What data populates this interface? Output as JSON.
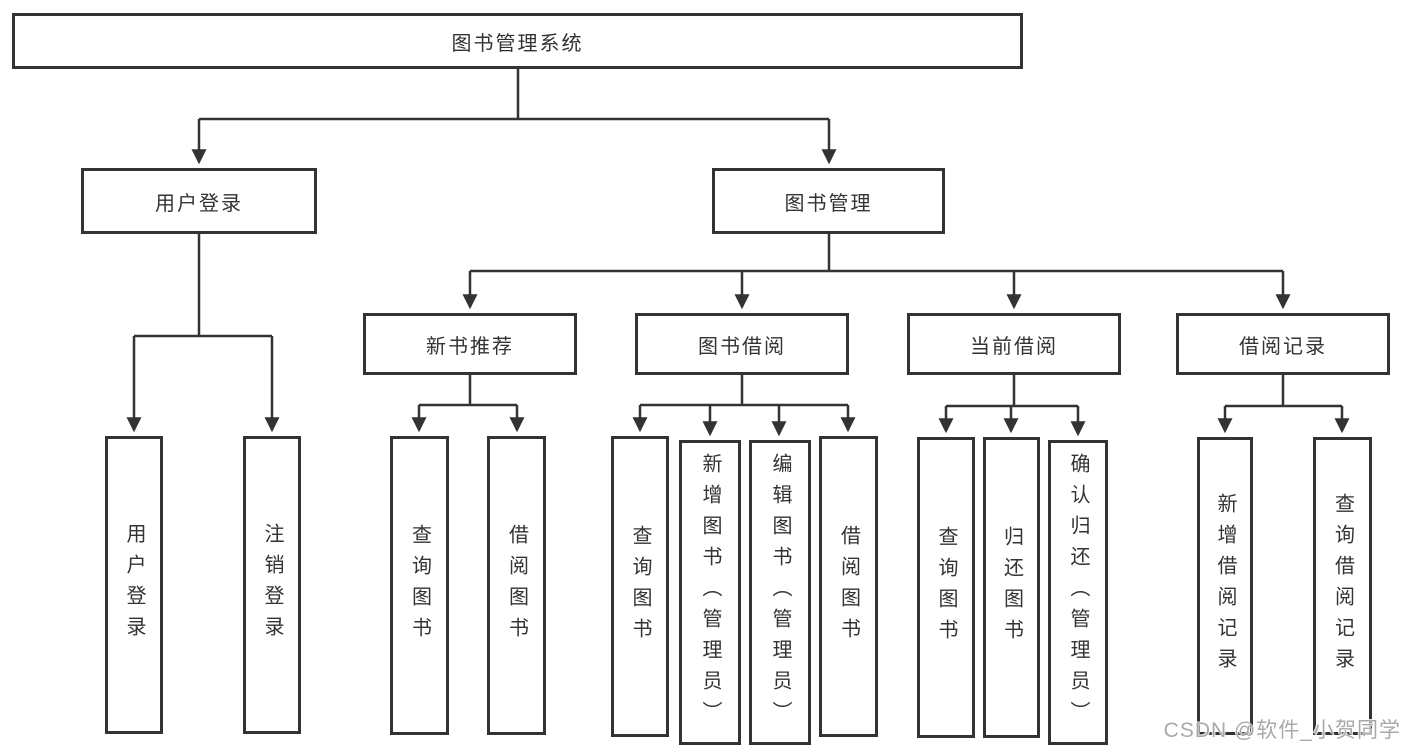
{
  "diagram_type": "functional-structure-tree",
  "colors": {
    "line": "#333333",
    "box_border": "#333333",
    "box_fill": "#ffffff",
    "text": "#333333",
    "watermark": "#a9a9a9",
    "background": "#ffffff"
  },
  "tree": {
    "label": "图书管理系统",
    "children": [
      {
        "label": "用户登录",
        "children": [
          {
            "label": "用户登录"
          },
          {
            "label": "注销登录"
          }
        ]
      },
      {
        "label": "图书管理",
        "children": [
          {
            "label": "新书推荐",
            "children": [
              {
                "label": "查询图书"
              },
              {
                "label": "借阅图书"
              }
            ]
          },
          {
            "label": "图书借阅",
            "children": [
              {
                "label": "查询图书"
              },
              {
                "label": "新增图书（管理员）"
              },
              {
                "label": "编辑图书（管理员）"
              },
              {
                "label": "借阅图书"
              }
            ]
          },
          {
            "label": "当前借阅",
            "children": [
              {
                "label": "查询图书"
              },
              {
                "label": "归还图书"
              },
              {
                "label": "确认归还（管理员）"
              }
            ]
          },
          {
            "label": "借阅记录",
            "children": [
              {
                "label": "新增借阅记录"
              },
              {
                "label": "查询借阅记录"
              }
            ]
          }
        ]
      }
    ]
  },
  "watermark": {
    "text": "CSDN @软件_小贺同学"
  }
}
